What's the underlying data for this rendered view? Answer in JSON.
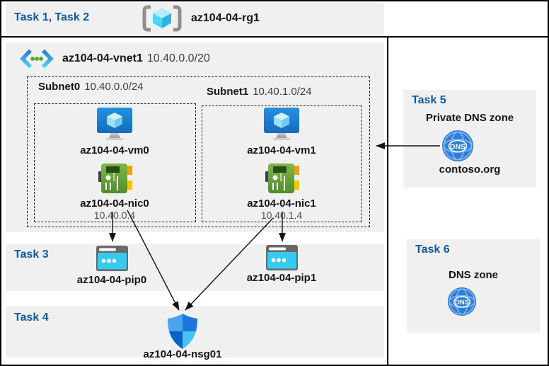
{
  "header": {
    "tasks_label": "Task 1, Task 2",
    "resource_group_name": "az104-04-rg1"
  },
  "vnet": {
    "name": "az104-04-vnet1",
    "cidr": "10.40.0.0/20"
  },
  "subnets": [
    {
      "name": "Subnet0",
      "cidr": "10.40.0.0/24",
      "vm_name": "az104-04-vm0",
      "nic_name": "az104-04-nic0",
      "nic_ip": "10.40.0.4"
    },
    {
      "name": "Subnet1",
      "cidr": "10.40.1.0/24",
      "vm_name": "az104-04-vm1",
      "nic_name": "az104-04-nic1",
      "nic_ip": "10.40.1.4"
    }
  ],
  "task3": {
    "label": "Task 3",
    "pip0_name": "az104-04-pip0",
    "pip1_name": "az104-04-pip1"
  },
  "task4": {
    "label": "Task 4",
    "nsg_name": "az104-04-nsg01"
  },
  "task5": {
    "label": "Task 5",
    "title": "Private DNS zone",
    "zone_name": "contoso.org",
    "dns_badge": "DNS"
  },
  "task6": {
    "label": "Task 6",
    "title": "DNS zone",
    "dns_badge": "DNS"
  },
  "icons": {
    "resource_group": "resource-group-icon",
    "virtual_network": "virtual-network-icon",
    "virtual_machine": "virtual-machine-icon",
    "network_interface": "nic-icon",
    "public_ip": "public-ip-icon",
    "network_security_group": "nsg-shield-icon",
    "dns_zone": "dns-globe-icon"
  },
  "colors": {
    "task_label_blue": "#0f5a9d",
    "panel_gray": "#f0f0f0",
    "arrow_black": "#111111",
    "vm_blue": "#1e7fd4",
    "nic_green": "#6aab3d",
    "pip_cyan": "#38c9ee",
    "dns_blue": "#2e7dd6"
  }
}
